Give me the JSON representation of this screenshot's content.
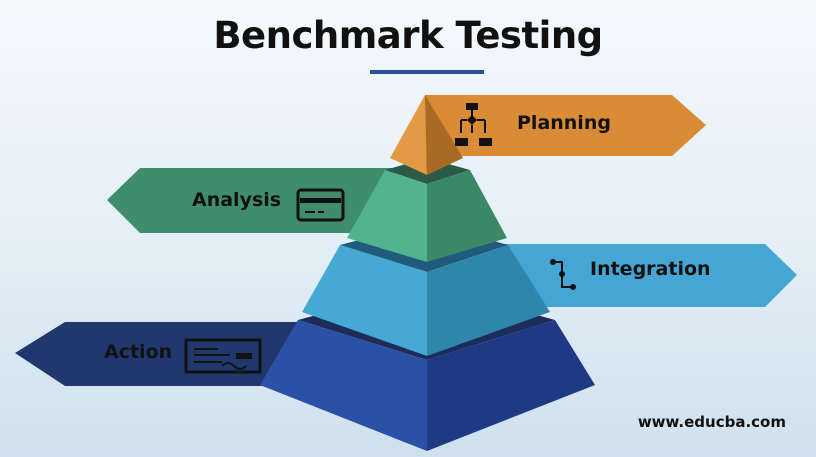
{
  "title": "Benchmark Testing",
  "website": "www.educba.com",
  "layers": [
    {
      "label": "Planning",
      "icon": "flowchart-icon",
      "color": "#d98c35"
    },
    {
      "label": "Analysis",
      "icon": "card-icon",
      "color": "#3f8d6c"
    },
    {
      "label": "Integration",
      "icon": "timeline-icon",
      "color": "#45a6d4"
    },
    {
      "label": "Action",
      "icon": "check-icon",
      "color": "#21386f"
    }
  ]
}
